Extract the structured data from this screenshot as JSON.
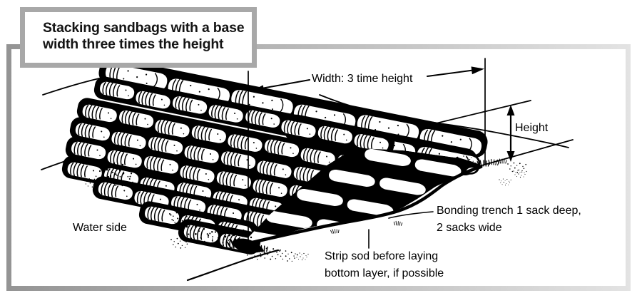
{
  "frame": {
    "gradient_left": "#949494",
    "gradient_right": "#e3e3e3"
  },
  "title_box": {
    "line1": "Stacking sandbags with a base",
    "line2": "width three times the height",
    "border_color": "#a8a8a8"
  },
  "labels": {
    "width_dimension": "Width: 3 time height",
    "height_dimension": "Height",
    "water_side": "Water side",
    "bonding_trench_line1": "Bonding trench 1 sack deep,",
    "bonding_trench_line2": "2 sacks wide",
    "strip_sod_line1": "Strip sod before laying",
    "strip_sod_line2": "bottom layer, if possible"
  },
  "figure": {
    "ink_color": "#000000"
  }
}
